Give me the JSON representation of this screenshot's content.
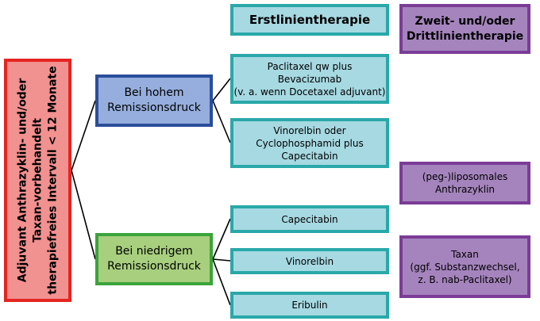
{
  "headers": {
    "first_line": "Erstlinientherapie",
    "second_third_line": "Zweit- und/oder\nDrittlinientherapie"
  },
  "root": {
    "label": "Adjuvant Anthrazyklin- und/oder\nTaxan-vorbehandelt\ntherapiefreies Intervall < 12 Monate"
  },
  "branches": {
    "high": {
      "label": "Bei hohem\nRemissionsdruck",
      "options": [
        "Paclitaxel qw plus\nBevacizumab\n(v. a. wenn Docetaxel adjuvant)",
        "Vinorelbin oder\nCyclophosphamid plus\nCapecitabin"
      ]
    },
    "low": {
      "label": "Bei niedrigem\nRemissionsdruck",
      "options": [
        "Capecitabin",
        "Vinorelbin",
        "Eribulin"
      ]
    }
  },
  "second_line": [
    "(peg-)liposomales\nAnthrazyklin",
    "Taxan\n(ggf. Substanzwechsel,\nz. B. nab-Paclitaxel)"
  ],
  "colors": {
    "teal_fill": "#a6d9e2",
    "teal_border": "#2aa8a9",
    "purple_fill": "#a584bd",
    "purple_border": "#7b3c97",
    "blue_fill": "#95aedd",
    "blue_border": "#2b4e9b",
    "green_fill": "#a8cf7e",
    "green_border": "#3aa43a",
    "red_fill": "#f19190",
    "red_border": "#e52521"
  }
}
